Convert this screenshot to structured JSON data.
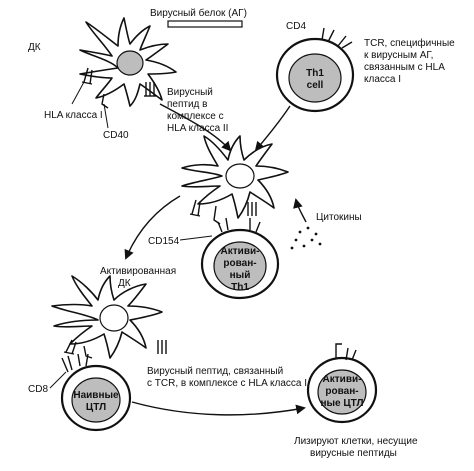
{
  "labels": {
    "viral_protein": "Вирусный белок (АГ)",
    "dc": "ДК",
    "hla_class1": "HLA класса I",
    "cd40": "CD40",
    "viral_peptide_l1": "Вирусный",
    "viral_peptide_l2": "пептид в",
    "viral_peptide_l3": "комплексе с",
    "viral_peptide_l4": "HLA класса II",
    "cd4": "CD4",
    "tcr_l1": "TCR, специфичные",
    "tcr_l2": "к вирусным АГ,",
    "tcr_l3": "связанным с HLA",
    "tcr_l4": "класса I",
    "th1_l1": "Th1",
    "th1_l2": "cell",
    "cytokines": "Цитокины",
    "cd154": "CD154",
    "active_th1_l1": "Активи-",
    "active_th1_l2": "рован-",
    "active_th1_l3": "ный",
    "active_th1_l4": "Th1",
    "activated_dc_l1": "Активированная",
    "activated_dc_l2": "ДК",
    "peptide_tcr_l1": "Вирусный пептид, связанный",
    "peptide_tcr_l2": "с TCR, в комплексе с HLA класса I",
    "cd8": "CD8",
    "naive_ctl_l1": "Наивные",
    "naive_ctl_l2": "ЦТЛ",
    "active_ctl_l1": "Активи-",
    "active_ctl_l2": "рован-",
    "active_ctl_l3": "ные ЦТЛ",
    "lyse_l1": "Лизируют клетки, несущие",
    "lyse_l2": "вирусные пептиды"
  }
}
